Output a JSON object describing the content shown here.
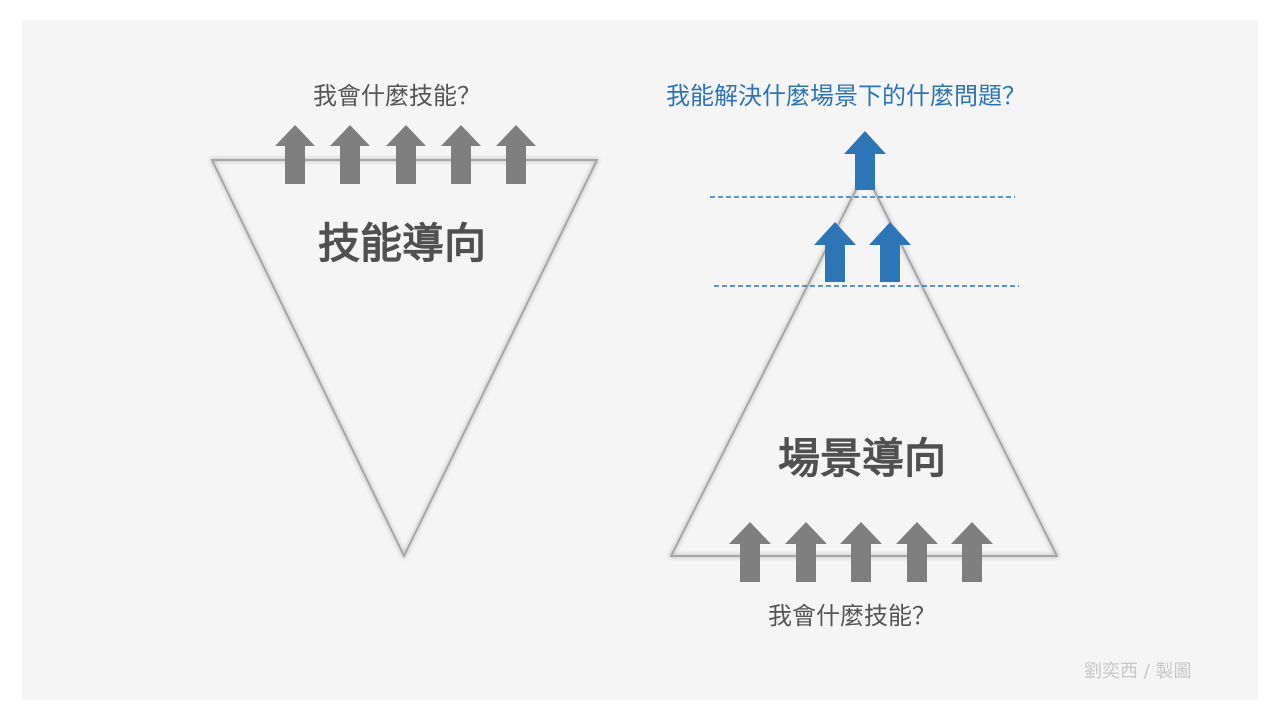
{
  "left_panel": {
    "question": "我會什麼技能？",
    "title": "技能導向",
    "arrow_count": 5
  },
  "right_panel": {
    "question": "我能解決什麼場景下的什麼問題？",
    "title": "場景導向",
    "bottom_question": "我會什麼技能？",
    "bottom_arrow_count": 5,
    "middle_arrow_count": 2,
    "top_arrow_count": 1
  },
  "credit": "劉奕西 / 製圖",
  "colors": {
    "background": "#f5f5f5",
    "outline": "#a6a6a6",
    "gray_arrow": "#7f7f7f",
    "blue_arrow": "#2e75b6",
    "blue_text": "#2e74b5",
    "dash_line": "#2e75b6",
    "title_text": "#505050",
    "question_text": "#555555",
    "credit_text": "#c8c8c8"
  }
}
